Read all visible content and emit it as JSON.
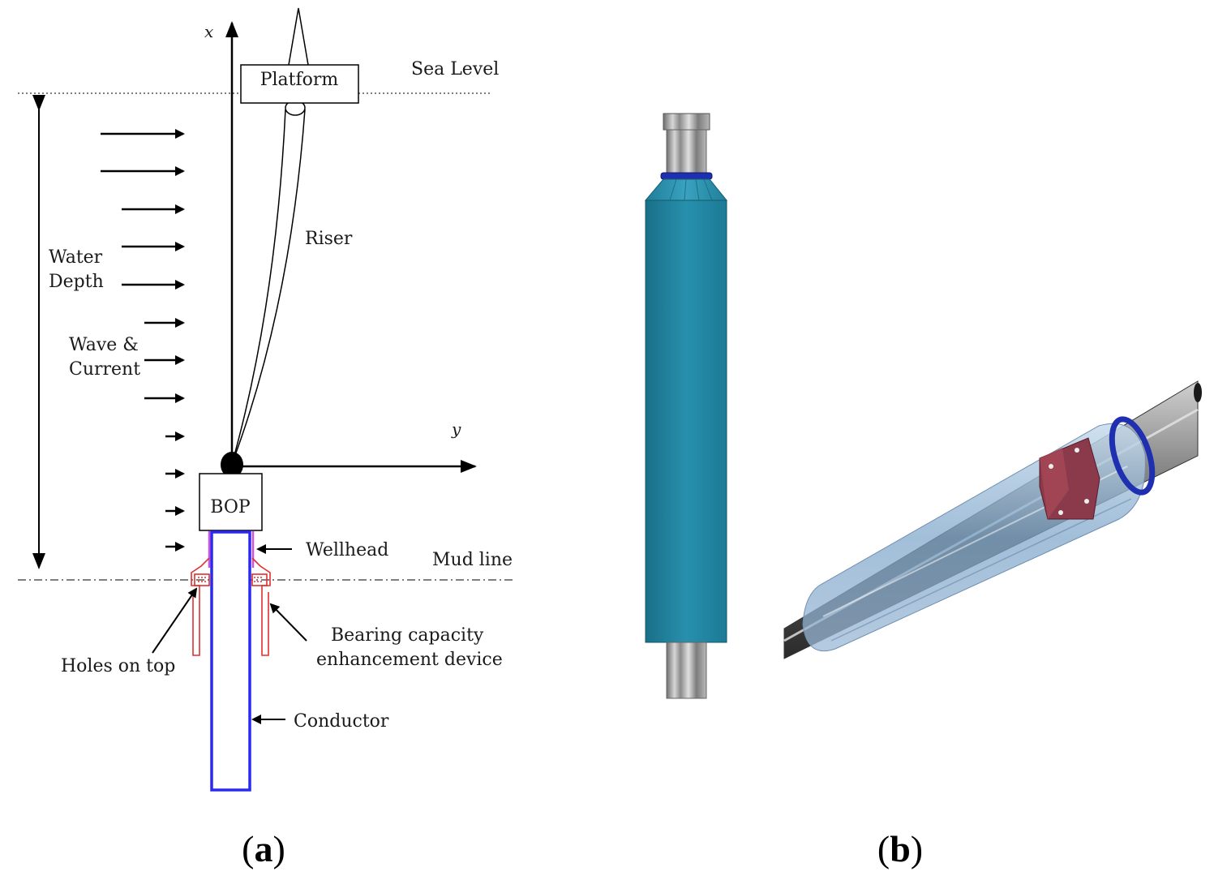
{
  "panel_a": {
    "caption_open": "(",
    "caption_letter": "a",
    "caption_close": ")",
    "axis_x": "x",
    "axis_y": "y",
    "platform": "Platform",
    "sea_level": "Sea Level",
    "riser": "Riser",
    "water_depth_line1": "Water",
    "water_depth_line2": "Depth",
    "wave_line1": "Wave &",
    "wave_line2": "Current",
    "bop": "BOP",
    "wellhead": "Wellhead",
    "mud_line": "Mud line",
    "holes_on_top": "Holes on top",
    "bearing_line1": "Bearing capacity",
    "bearing_line2": "enhancement device",
    "conductor": "Conductor"
  },
  "panel_b": {
    "caption_open": "(",
    "caption_letter": "b",
    "caption_close": ")"
  },
  "colors": {
    "conductor": "#2a2aee",
    "device": "#e03030",
    "wellhead": "#d050e0",
    "sleeve": "#1f86a3",
    "pipe": "#9a9a9a",
    "ring": "#1e2fb0"
  }
}
